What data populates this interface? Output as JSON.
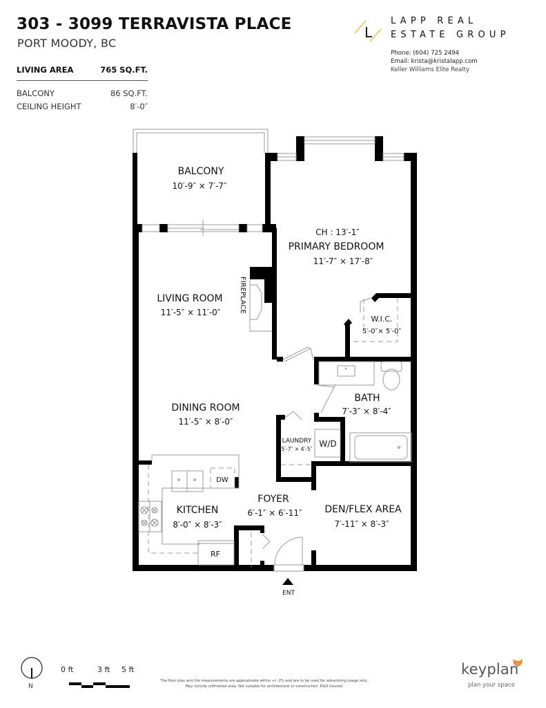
{
  "header": {
    "address": "303 - 3099 TERRAVISTA PLACE",
    "city": "PORT MOODY, BC"
  },
  "stats": {
    "living_area": {
      "label": "LIVING AREA",
      "value": "765 SQ.FT."
    },
    "balcony": {
      "label": "BALCONY",
      "value": "86 SQ.FT."
    },
    "ceiling_height": {
      "label": "CEILING HEIGHT",
      "value": "8′-0″"
    }
  },
  "brand": {
    "logo_letter": "L",
    "line1": "LAPP REAL",
    "line2": "ESTATE GROUP",
    "accent_color": "#E8C547",
    "phone": "Phone: (604) 725 2494",
    "email": "Email: krista@kristalapp.com",
    "office": "Keller Williams Elite Realty"
  },
  "rooms": {
    "balcony": {
      "name": "BALCONY",
      "dims": "10′-9″  ×  7′-7″"
    },
    "primary_bedroom": {
      "ceiling": "CH : 13′-1″",
      "name": "PRIMARY BEDROOM",
      "dims": "11′-7″  ×  17′-8″"
    },
    "living_room": {
      "name": "LIVING ROOM",
      "dims": "11′-5″  ×  11′-0″"
    },
    "fireplace": {
      "name": "FIREPLACE"
    },
    "wic": {
      "name": "W.I.C.",
      "dims": "5′-0″× 5′-0″"
    },
    "bath": {
      "name": "BATH",
      "dims": "7′-3″  ×  8′-4″"
    },
    "dining_room": {
      "name": "DINING ROOM",
      "dims": "11′-5″  ×  8′-0″"
    },
    "laundry": {
      "name": "LAUNDRY",
      "dims": "5′-7″ × 4′-5″"
    },
    "washer_dryer": {
      "name": "W/D"
    },
    "kitchen": {
      "name": "KITCHEN",
      "dims": "8′-0″  ×  8′-3″"
    },
    "dishwasher": {
      "name": "DW"
    },
    "refrigerator": {
      "name": "RF"
    },
    "foyer": {
      "name": "FOYER",
      "dims": "6′-1″  ×  6′-11″"
    },
    "den": {
      "name": "DEN/FLEX AREA",
      "dims": "7′-11″  ×  8′-3″"
    },
    "entrance": {
      "name": "ENT"
    }
  },
  "footer": {
    "compass_label": "N",
    "scale": {
      "label_0": "0 ft",
      "label_3": "3 ft",
      "label_5": "5 ft"
    },
    "disclaimer_line1": "The floor plan and the measurements are approximate within +/- 2% and are to be used for advertising usage only.",
    "disclaimer_line2": "May include unfinished area. Not suitable for architectural or construction. E&O Insured",
    "keyplan_brand": "keyplan",
    "keyplan_tagline": "plan your space",
    "keyplan_accent": "#F08A2C"
  }
}
